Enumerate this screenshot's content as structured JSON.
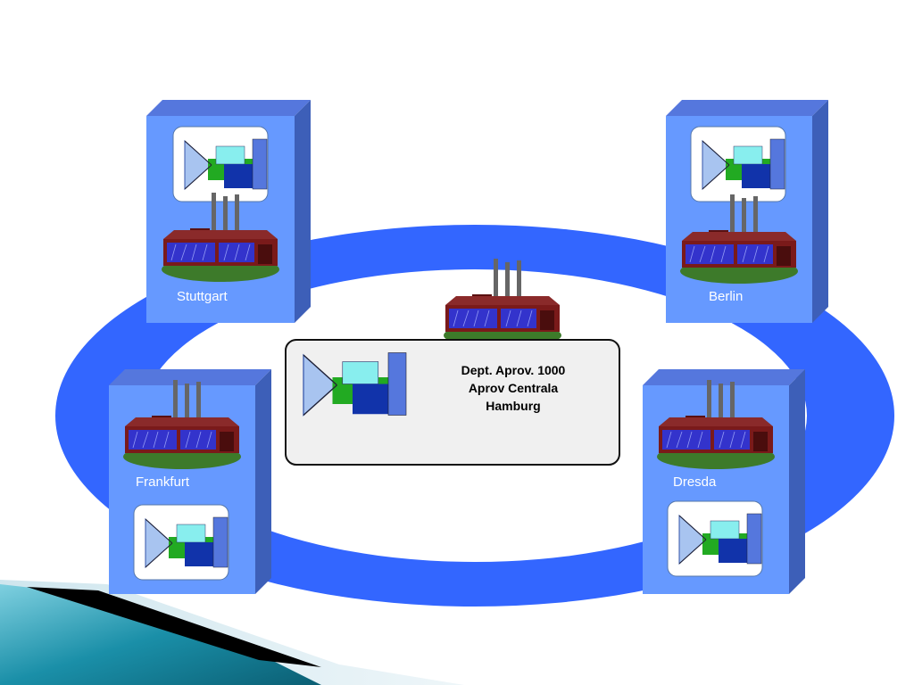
{
  "diagram": {
    "headquarters": {
      "line1": "Dept. Aprov. 1000",
      "line2": "Aprov Centrala",
      "line3": "Hamburg"
    },
    "branches": [
      {
        "name": "Stuttgart"
      },
      {
        "name": "Berlin"
      },
      {
        "name": "Frankfurt"
      },
      {
        "name": "Dresda"
      }
    ]
  },
  "colors": {
    "ring": "#3366ff",
    "box_face": "#6699ff",
    "box_side": "#3d5fb8",
    "box_top": "#5577dd",
    "factory_wall": "#7a1a1a",
    "factory_windows": "#3333cc",
    "grass": "#3d7a2a",
    "accent_teal": "#1a8fa8"
  },
  "icons": [
    "factory-icon",
    "network-app-icon"
  ]
}
